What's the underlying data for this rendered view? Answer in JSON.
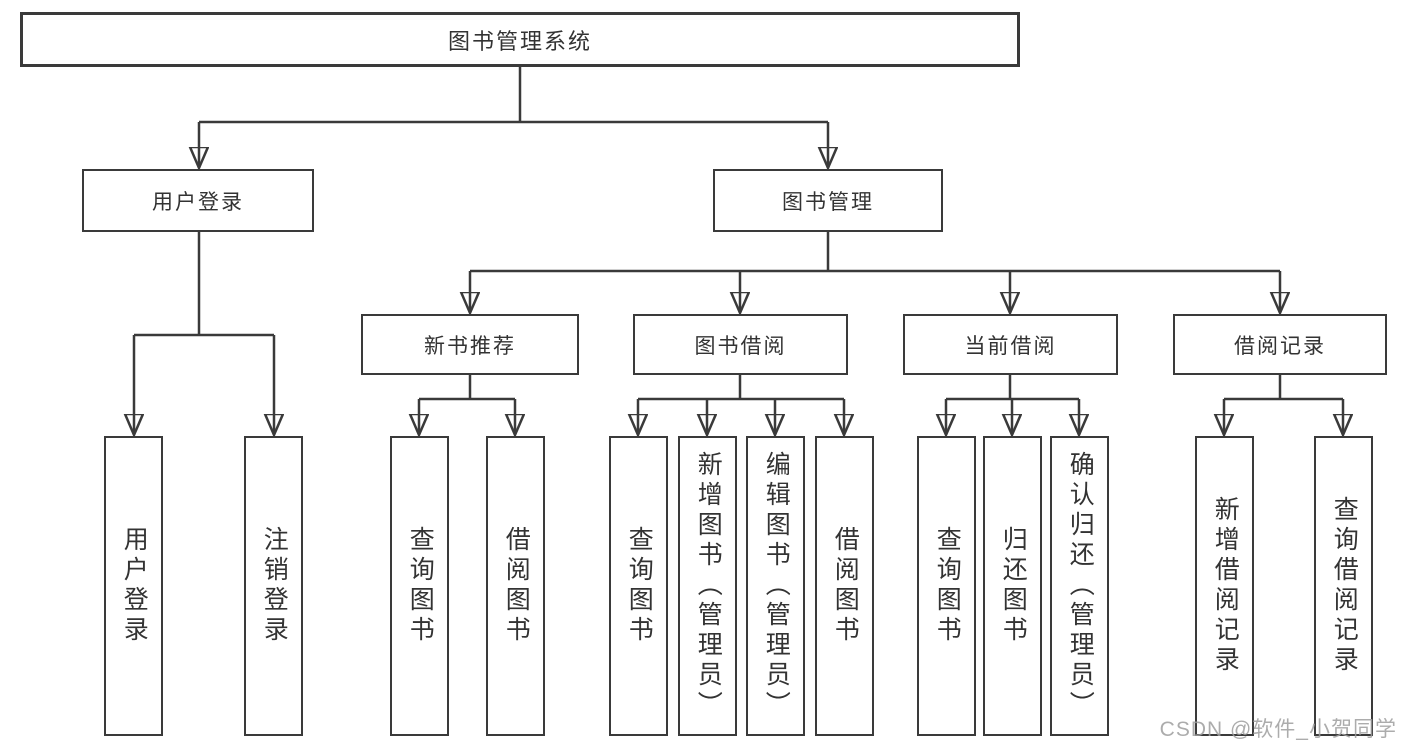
{
  "diagram": {
    "root": {
      "label": "图书管理系统"
    },
    "level2": [
      {
        "label": "用户登录",
        "children": [
          {
            "label": "用户登录"
          },
          {
            "label": "注销登录"
          }
        ]
      },
      {
        "label": "图书管理",
        "children": [
          {
            "label": "新书推荐",
            "children": [
              {
                "label": "查询图书"
              },
              {
                "label": "借阅图书"
              }
            ]
          },
          {
            "label": "图书借阅",
            "children": [
              {
                "label": "查询图书"
              },
              {
                "label": "新增图书（管理员）"
              },
              {
                "label": "编辑图书（管理员）"
              },
              {
                "label": "借阅图书"
              }
            ]
          },
          {
            "label": "当前借阅",
            "children": [
              {
                "label": "查询图书"
              },
              {
                "label": "归还图书"
              },
              {
                "label": "确认归还（管理员）"
              }
            ]
          },
          {
            "label": "借阅记录",
            "children": [
              {
                "label": "新增借阅记录"
              },
              {
                "label": "查询借阅记录"
              }
            ]
          }
        ]
      }
    ]
  },
  "watermark": {
    "text": "CSDN @软件_小贺同学"
  },
  "colors": {
    "line": "#3a3a3a",
    "text": "#333333",
    "watermark": "#9e9e9e",
    "background": "#ffffff"
  }
}
